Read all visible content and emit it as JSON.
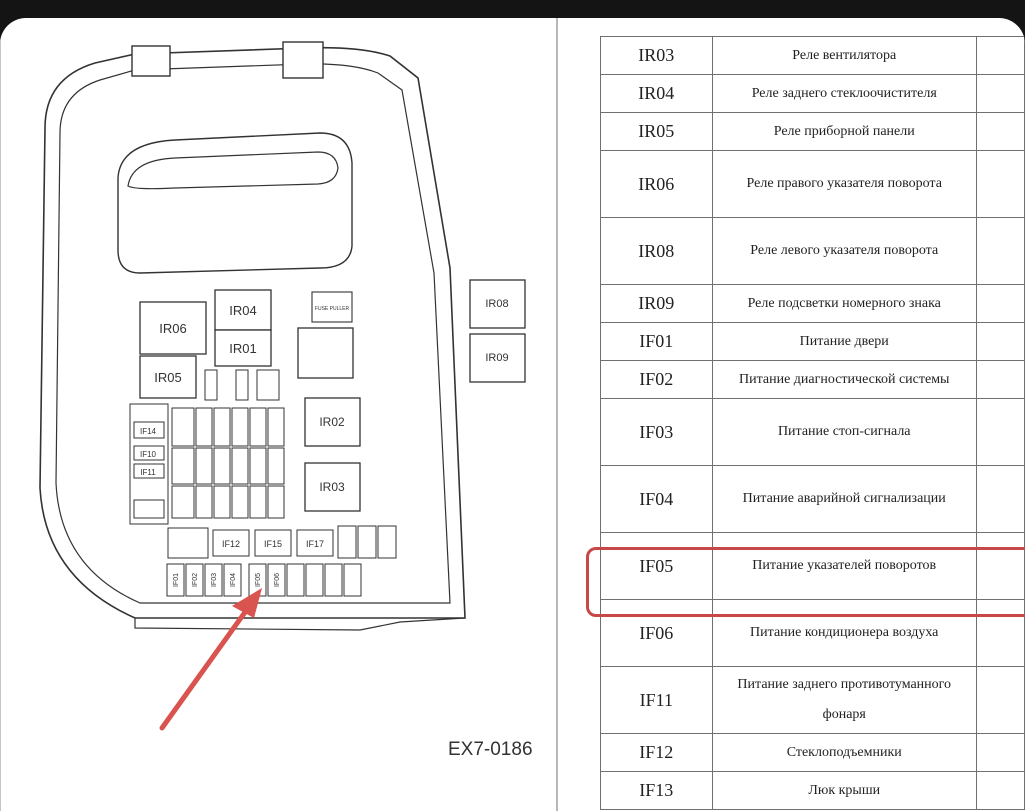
{
  "diagram": {
    "code": "EX7-0186",
    "fuses_vertical": [
      "IF01",
      "IF02",
      "IF03",
      "IF04",
      "IF05",
      "IF06"
    ],
    "labels": {
      "ir06": "IR06",
      "ir04": "IR04",
      "ir01": "IR01",
      "ir05": "IR05",
      "ir02": "IR02",
      "ir03": "IR03",
      "ir08": "IR08",
      "ir09": "IR09",
      "if12": "IF12",
      "if15": "IF15",
      "if17": "IF17",
      "if14": "IF14",
      "if10": "IF10",
      "if11": "IF11",
      "fuse_puller": "FUSE PULLER"
    },
    "arrow_color": "#d9534f"
  },
  "table": {
    "rows": [
      {
        "code": "IR03",
        "desc": "Реле вентилятора"
      },
      {
        "code": "IR04",
        "desc": "Реле заднего стеклоочистителя"
      },
      {
        "code": "IR05",
        "desc": "Реле приборной панели"
      },
      {
        "code": "IR06",
        "desc": "Реле правого указателя поворота"
      },
      {
        "code": "IR08",
        "desc": "Реле левого указателя поворота"
      },
      {
        "code": "IR09",
        "desc": "Реле подсветки номерного знака"
      },
      {
        "code": "IF01",
        "desc": "Питание двери"
      },
      {
        "code": "IF02",
        "desc": "Питание диагностической системы"
      },
      {
        "code": "IF03",
        "desc": "Питание стоп-сигнала"
      },
      {
        "code": "IF04",
        "desc": "Питание аварийной сигнализации"
      },
      {
        "code": "IF05",
        "desc": "Питание указателей поворотов"
      },
      {
        "code": "IF06",
        "desc": "Питание кондиционера воздуха"
      },
      {
        "code": "IF11",
        "desc": "Питание заднего противотуманного фонаря"
      },
      {
        "code": "IF12",
        "desc": "Стеклоподъемники"
      },
      {
        "code": "IF13",
        "desc": "Люк крыши"
      }
    ],
    "highlight_color": "#c84848"
  }
}
